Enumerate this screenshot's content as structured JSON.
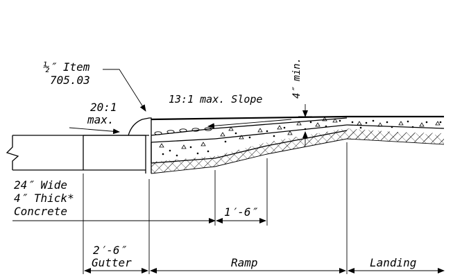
{
  "labels": {
    "item_fraction": "½″ Item",
    "item_number": "705.03",
    "cross_slope_ratio": "20:1",
    "cross_slope_max": "max.",
    "ramp_slope": "13:1 max. Slope",
    "min_depth": "4″ min.",
    "concrete_line1": "24″ Wide",
    "concrete_line2": "4″ Thick*",
    "concrete_line3": "Concrete",
    "dim_landing_setback": "1′-6″",
    "gutter_width": "2′-6″",
    "gutter": "Gutter",
    "ramp": "Ramp",
    "landing": "Landing"
  },
  "colors": {
    "ink": "#000000",
    "background": "#ffffff"
  }
}
